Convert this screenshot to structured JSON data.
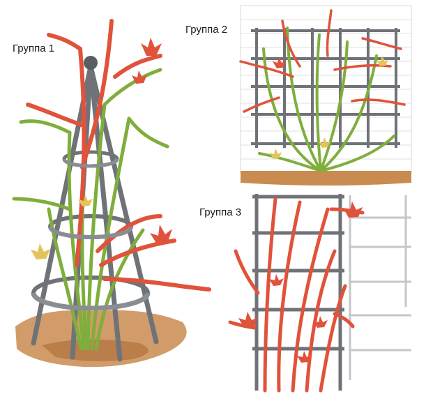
{
  "labels": {
    "group1": "Группа 1",
    "group2": "Группа 2",
    "group3": "Группа 3"
  },
  "colors": {
    "green_cane": "#7fae3c",
    "green_dark": "#4f7a24",
    "red_cane": "#e0533a",
    "metal": "#6f7378",
    "metal_light": "#b8bcc0",
    "soil": "#c98b4f",
    "soil_dark": "#a86a34",
    "brick_line": "#d9d9d9",
    "yellow_leaf": "#e3c45a"
  }
}
